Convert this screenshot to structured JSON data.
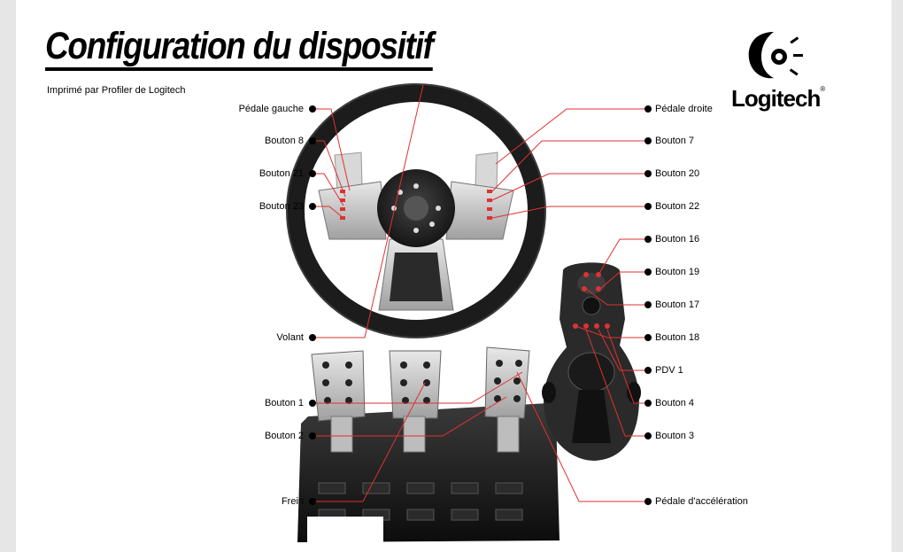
{
  "header": {
    "title": "Configuration du dispositif",
    "subtitle": "Imprimé par Profiler de Logitech"
  },
  "brand": {
    "name": "Logitech",
    "mark": "®"
  },
  "labels_left": [
    {
      "id": "pedale-gauche",
      "text": "Pédale gauche"
    },
    {
      "id": "bouton-8",
      "text": "Bouton 8"
    },
    {
      "id": "bouton-21",
      "text": "Bouton 21"
    },
    {
      "id": "bouton-23",
      "text": "Bouton 23"
    },
    {
      "id": "volant",
      "text": "Volant"
    },
    {
      "id": "bouton-1",
      "text": "Bouton 1"
    },
    {
      "id": "bouton-2",
      "text": "Bouton 2"
    },
    {
      "id": "frein",
      "text": "Frein"
    }
  ],
  "labels_right": [
    {
      "id": "pedale-droite",
      "text": "Pédale droite"
    },
    {
      "id": "bouton-7",
      "text": "Bouton 7"
    },
    {
      "id": "bouton-20",
      "text": "Bouton 20"
    },
    {
      "id": "bouton-22",
      "text": "Bouton 22"
    },
    {
      "id": "bouton-16",
      "text": "Bouton 16"
    },
    {
      "id": "bouton-19",
      "text": "Bouton 19"
    },
    {
      "id": "bouton-17",
      "text": "Bouton 17"
    },
    {
      "id": "bouton-18",
      "text": "Bouton 18"
    },
    {
      "id": "pdv-1",
      "text": "PDV 1"
    },
    {
      "id": "bouton-4",
      "text": "Bouton 4"
    },
    {
      "id": "bouton-3",
      "text": "Bouton 3"
    },
    {
      "id": "pedale-acceleration",
      "text": "Pédale d'accélération"
    }
  ],
  "colors": {
    "leader_line": "#e03030",
    "dot": "#000000",
    "wheel": "#2a2a2a",
    "metal": "#c8c8c8"
  }
}
